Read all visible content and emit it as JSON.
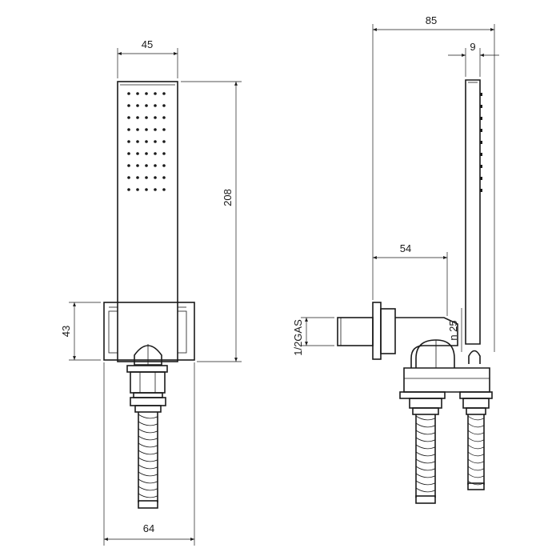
{
  "dimensions": {
    "front_width": "45",
    "front_height": "208",
    "bracket_height": "43",
    "base_width": "64",
    "side_depth": "85",
    "head_thickness": "9",
    "outlet_offset": "54",
    "outlet_size": "n 25",
    "thread": "1/2GAS"
  }
}
